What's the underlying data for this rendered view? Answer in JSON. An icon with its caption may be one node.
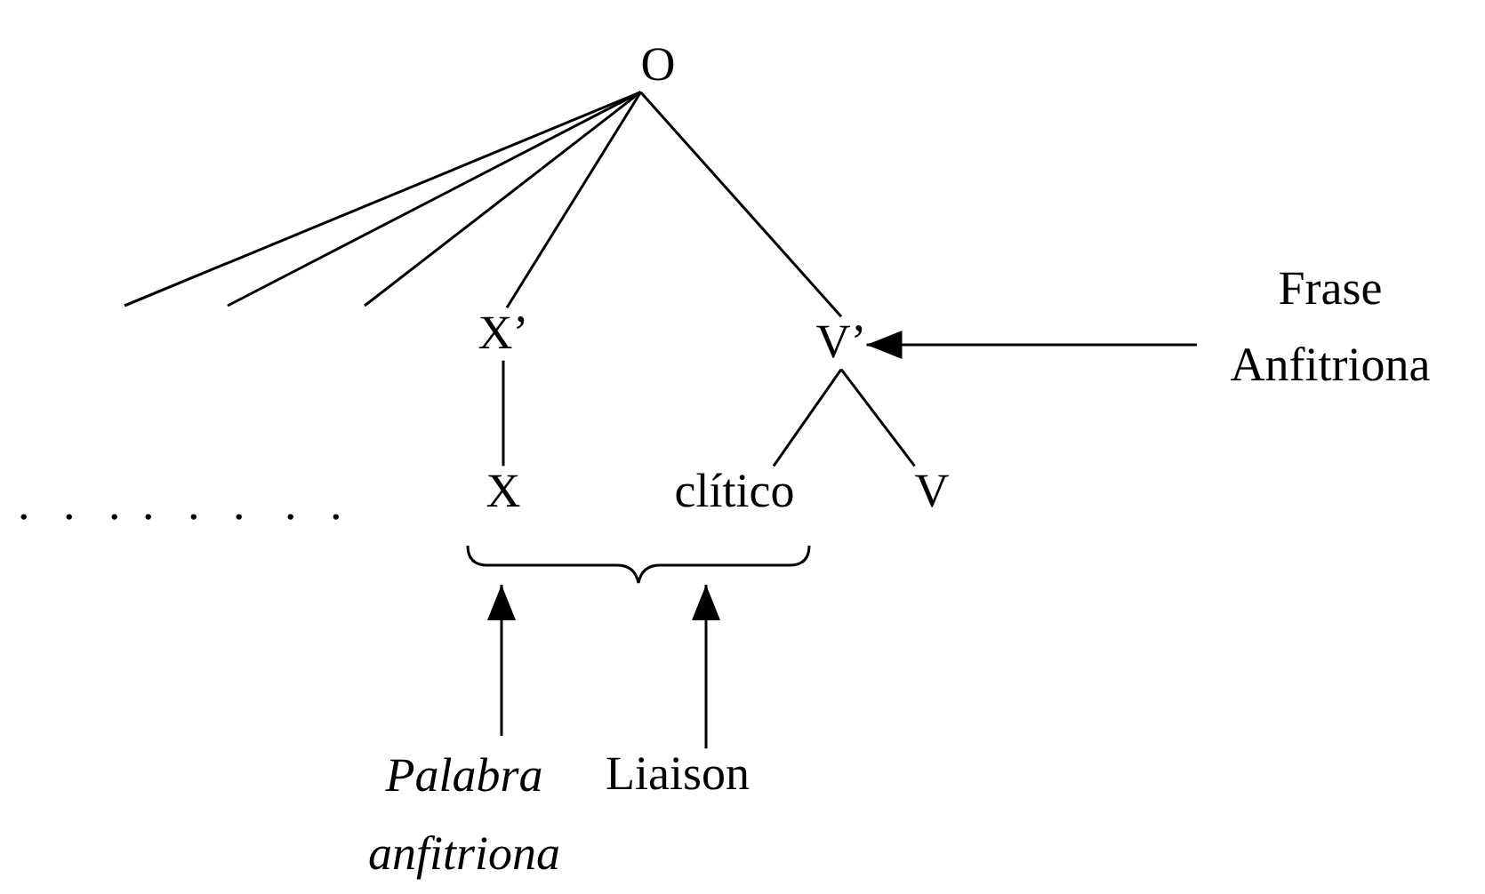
{
  "diagram": {
    "nodes": [
      {
        "text": [
          "O"
        ]
      },
      {
        "text": [
          "X’"
        ]
      },
      {
        "text": [
          "V’"
        ]
      },
      {
        "text": [
          "Frase Anfitriona"
        ]
      },
      {
        "text": [
          "X"
        ]
      },
      {
        "text": [
          "clítico"
        ]
      },
      {
        "text": [
          "V"
        ]
      },
      {
        "text": [
          "Palabra anfitriona"
        ]
      },
      {
        "text": [
          "Liaison"
        ]
      },
      {
        "text": [],
        "shape": "brace"
      }
    ],
    "edges": [
      {
        "from": 0,
        "to": null,
        "arrow": "none"
      },
      {
        "from": 0,
        "to": null,
        "arrow": "none"
      },
      {
        "from": 0,
        "to": null,
        "arrow": "none"
      },
      {
        "from": 0,
        "to": 1,
        "arrow": "none"
      },
      {
        "from": 0,
        "to": 2,
        "arrow": "none"
      },
      {
        "from": 1,
        "to": 4,
        "arrow": "none"
      },
      {
        "from": 2,
        "to": 5,
        "arrow": "none"
      },
      {
        "from": 2,
        "to": 6,
        "arrow": "none"
      },
      {
        "from": 3,
        "to": 2,
        "arrow": "to"
      },
      {
        "from": 7,
        "to": 9,
        "arrow": "to"
      },
      {
        "from": 8,
        "to": 9,
        "arrow": "to"
      }
    ],
    "labels": [
      ". . .",
      ". . .",
      ". ."
    ]
  }
}
